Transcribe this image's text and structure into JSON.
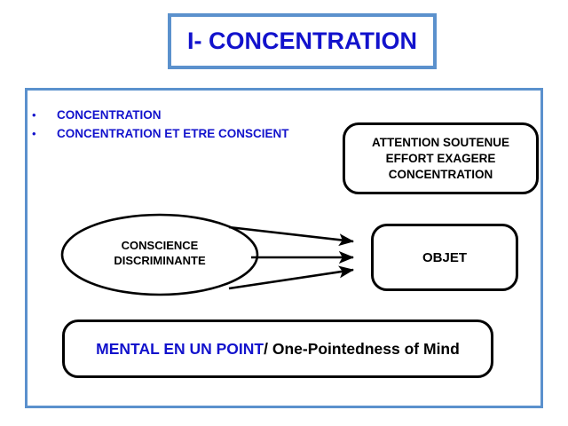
{
  "slide": {
    "title": "I- CONCENTRATION",
    "title_color": "#1212CC",
    "frame_color": "#5B91CD",
    "background": "#ffffff"
  },
  "bullets": {
    "marker": "•",
    "items": [
      {
        "label": "CONCENTRATION"
      },
      {
        "label": "CONCENTRATION ET ETRE CONSCIENT"
      }
    ],
    "color": "#1212CC"
  },
  "attention_box": {
    "lines": [
      "ATTENTION SOUTENUE",
      "EFFORT EXAGERE",
      "CONCENTRATION"
    ],
    "text": "ATTENTION SOUTENUE\nEFFORT EXAGERE\nCONCENTRATION",
    "border_color": "#000000",
    "text_color": "#000000"
  },
  "ellipse": {
    "lines": [
      "CONSCIENCE",
      "DISCRIMINANTE"
    ],
    "text": "CONSCIENCE\nDISCRIMINANTE",
    "border_color": "#000000",
    "text_color": "#000000"
  },
  "objet_box": {
    "label": "OBJET",
    "border_color": "#000000",
    "text_color": "#000000"
  },
  "mental_box": {
    "highlight_text": "MENTAL  EN UN POINT",
    "rest_text": "/ One-Pointedness of Mind",
    "highlight_color": "#1212CC",
    "rest_color": "#000000",
    "border_color": "#000000"
  },
  "arrows": {
    "count": 3,
    "direction": "ellipse-to-objet",
    "color": "#000000"
  }
}
